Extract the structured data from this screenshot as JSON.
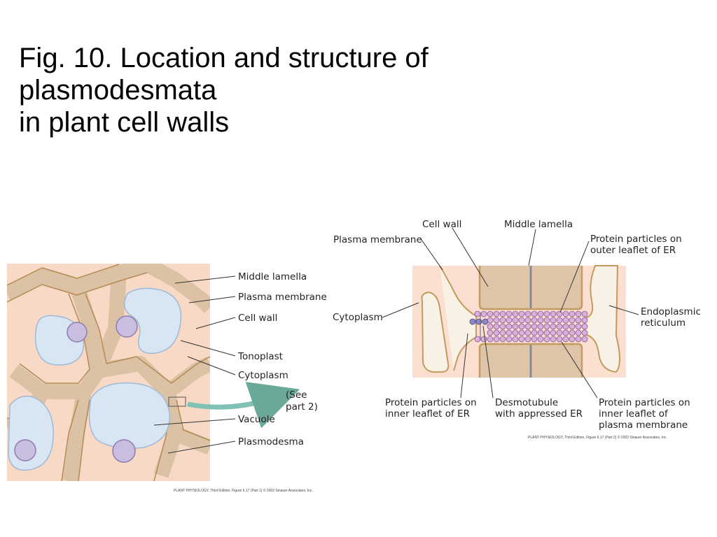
{
  "slide": {
    "title_lines": [
      "Fig. 10. Location and structure of",
      "plasmodesmata",
      "in plant cell walls"
    ]
  },
  "figure_left": {
    "labels": {
      "middle_lamella": "Middle lamella",
      "plasma_membrane": "Plasma membrane",
      "cell_wall": "Cell wall",
      "tonoplast": "Tonoplast",
      "cytoplasm": "Cytoplasm",
      "see_part2_line1": "(See",
      "see_part2_line2": "part 2)",
      "vacuole": "Vacuole",
      "plasmodesma": "Plasmodesma"
    },
    "credit": "PLANT PHYSIOLOGY, Third Edition, Figure 6.17 (Part 1)  © 2002 Sinauer Associates, Inc."
  },
  "figure_right": {
    "labels": {
      "cell_wall": "Cell wall",
      "middle_lamella": "Middle lamella",
      "plasma_membrane": "Plasma membrane",
      "protein_outer_line1": "Protein particles on",
      "protein_outer_line2": "outer leaflet of ER",
      "cytoplasm": "Cytoplasm",
      "er_line1": "Endoplasmic",
      "er_line2": "reticulum",
      "protein_inner_er_line1": "Protein particles on",
      "protein_inner_er_line2": "inner leaflet of ER",
      "desmotubule_line1": "Desmotubule",
      "desmotubule_line2": "with appressed ER",
      "protein_inner_pm_line1": "Protein particles on",
      "protein_inner_pm_line2": "inner leaflet of",
      "protein_inner_pm_line3": "plasma membrane"
    },
    "credit": "PLANT PHYSIOLOGY, Third Edition, Figure 6.17 (Part 2)  © 2002 Sinauer Associates, Inc."
  },
  "colors": {
    "cytoplasm": "#fbe0d2",
    "cell_wall": "#dfc5a8",
    "membrane": "#c39a5f",
    "vacuole": "#d8e6f4",
    "vacuole_edge": "#9fb9d8",
    "particle": "#d9b0dc",
    "particle_edge": "#8a5a90",
    "nucleus": "#c9bde0",
    "arrow": "#7fc2b5",
    "line": "#333333"
  }
}
